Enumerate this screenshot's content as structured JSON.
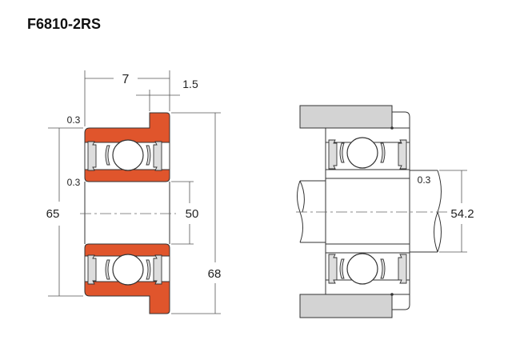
{
  "title": "F6810-2RS",
  "colors": {
    "ring": "#e0552c",
    "housing": "#d3d3d3"
  },
  "left_view": {
    "width_label": "7",
    "flange_width_label": "1.5",
    "chamfer_outer_label": "0.3",
    "chamfer_inner_label": "0.3",
    "outer_diameter_label": "65",
    "bore_label": "50",
    "flange_diameter_label": "68"
  },
  "right_view": {
    "chamfer_label": "0.3",
    "shaft_shoulder_label": "54.2"
  }
}
